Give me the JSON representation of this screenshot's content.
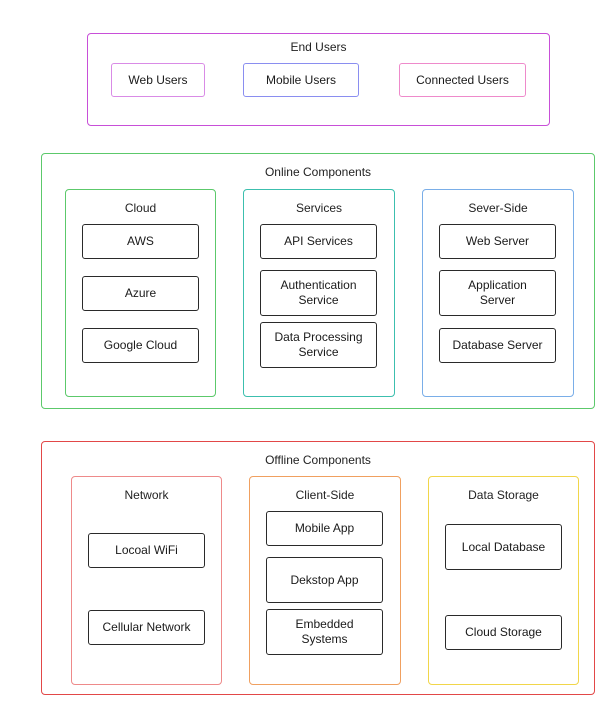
{
  "colors": {
    "end_users": "#c84fd8",
    "online": "#5cc96b",
    "offline": "#e24848",
    "cloud": "#5cc96b",
    "services": "#3cbfae",
    "server_side": "#7aaee8",
    "network": "#ee8a8a",
    "client_side": "#f0a060",
    "data_storage": "#f1d64a",
    "web_users": "#d98be6",
    "mobile_users": "#8a8ef0",
    "connected_users": "#ee8acb"
  },
  "end_users": {
    "title": "End Users",
    "items": [
      "Web Users",
      "Mobile Users",
      "Connected Users"
    ]
  },
  "online": {
    "title": "Online Components",
    "cloud": {
      "title": "Cloud",
      "items": [
        "AWS",
        "Azure",
        "Google Cloud"
      ]
    },
    "services": {
      "title": "Services",
      "items": [
        "API Services",
        "Authentication\nService",
        "Data Processing\nService"
      ]
    },
    "server_side": {
      "title": "Sever-Side",
      "items": [
        "Web Server",
        "Application\nServer",
        "Database Server"
      ]
    }
  },
  "offline": {
    "title": "Offline Components",
    "network": {
      "title": "Network",
      "items": [
        "Locoal WiFi",
        "Cellular Network"
      ]
    },
    "client_side": {
      "title": "Client-Side",
      "items": [
        "Mobile App",
        "Dekstop App",
        "Embedded\nSystems"
      ]
    },
    "data_storage": {
      "title": "Data Storage",
      "items": [
        "Local Database",
        "Cloud Storage"
      ]
    }
  }
}
